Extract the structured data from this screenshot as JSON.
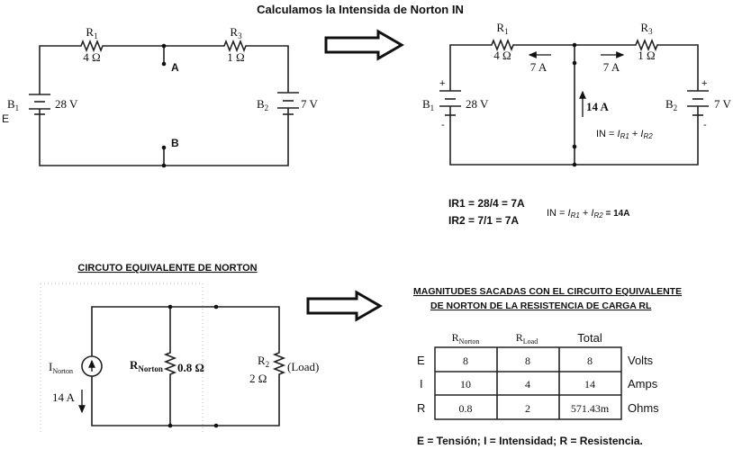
{
  "title": "Calculamos la Intensida de Norton IN",
  "circuit1": {
    "r1_label": "R",
    "r1_sub": "1",
    "r1_value": "4 Ω",
    "r3_label": "R",
    "r3_sub": "3",
    "r3_value": "1 Ω",
    "b1_label": "B",
    "b1_sub": "1",
    "b1_value": "28 V",
    "b2_label": "B",
    "b2_sub": "2",
    "b2_value": "7 V",
    "node_a": "A",
    "node_b": "B",
    "stray_letter": "E"
  },
  "circuit2": {
    "r1_label": "R",
    "r1_sub": "1",
    "r1_value": "4 Ω",
    "r3_label": "R",
    "r3_sub": "3",
    "r3_value": "1 Ω",
    "b1_label": "B",
    "b1_sub": "1",
    "b1_value": "28 V",
    "b2_label": "B",
    "b2_sub": "2",
    "b2_value": "7 V",
    "plus": "+",
    "minus": "-",
    "current_left": "7 A",
    "current_right": "7 A",
    "current_mid": "14 A",
    "formula_prefix": "IN = ",
    "formula_i1": "I",
    "formula_i1_sub": "R1",
    "formula_plus": " + ",
    "formula_i2": "I",
    "formula_i2_sub": "R2"
  },
  "calculations": {
    "ir1": "IR1 = 28/4 = 7A",
    "ir2": "IR2 = 7/1 = 7A",
    "total_prefix": "IN = ",
    "total_i1": "I",
    "total_i1_sub": "R1",
    "total_plus": " + ",
    "total_i2": "I",
    "total_i2_sub": "R2",
    "total_result": " =  14A"
  },
  "norton": {
    "heading": "CIRCUTO EQUIVALENTE DE NORTON",
    "source_label": "I",
    "source_sub": "Norton",
    "source_value": "14 A",
    "rn_label": "R",
    "rn_sub": "Norton",
    "rn_value": "0.8 Ω",
    "r2_label": "R",
    "r2_sub": "2",
    "r2_value": "2 Ω",
    "r2_note": "(Load)"
  },
  "table": {
    "heading_line1": "MAGNITUDES SACADAS CON EL CIRCUITO EQUIVALENTE",
    "heading_line2": "DE NORTON DE LA RESISTENCIA DE CARGA RL",
    "columns": [
      {
        "label": "R",
        "sub": "Norton"
      },
      {
        "label": "R",
        "sub": "Load"
      },
      {
        "label": "Total",
        "sub": ""
      }
    ],
    "rows": [
      {
        "name": "E",
        "values": [
          "8",
          "8",
          "8"
        ],
        "unit": "Volts"
      },
      {
        "name": "I",
        "values": [
          "10",
          "4",
          "14"
        ],
        "unit": "Amps"
      },
      {
        "name": "R",
        "values": [
          "0.8",
          "2",
          "571.43m"
        ],
        "unit": "Ohms"
      }
    ],
    "legend": "E = Tensión; I = Intensidad; R = Resistencia."
  }
}
